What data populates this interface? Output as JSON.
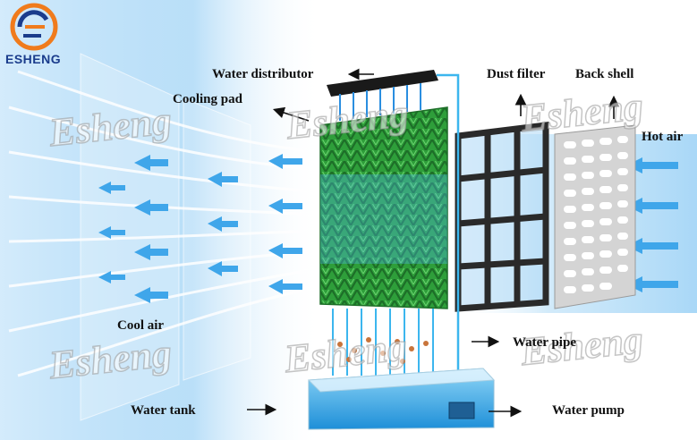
{
  "brand": {
    "name": "ESHENG",
    "watermark": "Esheng",
    "logo_colors": {
      "orange": "#f07b1c",
      "blue": "#1a3c8c"
    }
  },
  "labels": {
    "water_distributor": "Water distributor",
    "cooling_pad": "Cooling pad",
    "dust_filter": "Dust filter",
    "back_shell": "Back shell",
    "hot_air": "Hot air",
    "cool_air": "Cool air",
    "water_pipe": "Water pipe",
    "water_tank": "Water tank",
    "water_pump": "Water pump"
  },
  "icons": {
    "logo": "esheng-logo-icon",
    "arrow": "arrow-icon",
    "airflow": "airflow-arrow-icon",
    "droplet": "water-droplet-icon"
  },
  "colors": {
    "pad_green": "#2e9e3a",
    "pad_dark": "#1d6e28",
    "air_blue": "#3fa6ea",
    "water_blue": "#3cb6ee",
    "frame_dark": "#2a2a2a",
    "shell_gray": "#d4d4d4"
  }
}
